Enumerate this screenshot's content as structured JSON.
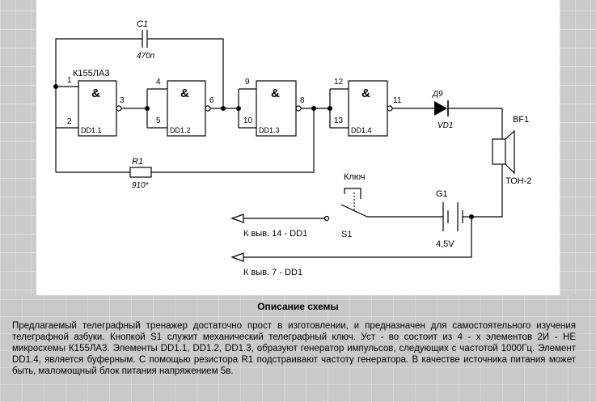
{
  "schematic": {
    "chip_label": "К155ЛА3",
    "capacitor": {
      "ref": "C1",
      "value": "470п"
    },
    "resistor": {
      "ref": "R1",
      "value": "910*"
    },
    "gates": [
      {
        "symbol": "&",
        "ref": "DD1.1",
        "input_pins": [
          "1",
          "2"
        ],
        "output_pin": "3"
      },
      {
        "symbol": "&",
        "ref": "DD1.2",
        "input_pins": [
          "4",
          "5"
        ],
        "output_pin": "6"
      },
      {
        "symbol": "&",
        "ref": "DD1.3",
        "input_pins": [
          "9",
          "10"
        ],
        "output_pin": "8"
      },
      {
        "symbol": "&",
        "ref": "DD1.4",
        "input_pins": [
          "12",
          "13"
        ],
        "output_pin": "11"
      }
    ],
    "diode": {
      "type": "Д9",
      "ref": "VD1"
    },
    "speaker": {
      "ref": "BF1",
      "type": "ТОН-2"
    },
    "key_label": "Ключ",
    "switch_ref": "S1",
    "battery": {
      "ref": "G1",
      "value": "4,5V"
    },
    "lead_pin14": "К выв. 14 - DD1",
    "lead_pin7": "К выв. 7 - DD1"
  },
  "description": {
    "title": "Описание схемы",
    "body": "Предлагаемый телеграфный тренажер достаточно прост в изготовлении, и предназначен для самостоятельного изучения телеграфной азбуки. Кнопкой S1 служит механический телеграфный ключ. Уст - во состоит из 4 - х элементов 2И - НЕ микросхемы К155ЛА3. Элементы DD1.1, DD1.2, DD1.3, образуют генератор импульсов, следующих с частотой 1000Гц. Элемент DD1.4, является буферным. С помощью резистора R1 подстраивают частоту генератора. В качестве источника питания может быть, маломощный блок питания напряжением 5в."
  }
}
